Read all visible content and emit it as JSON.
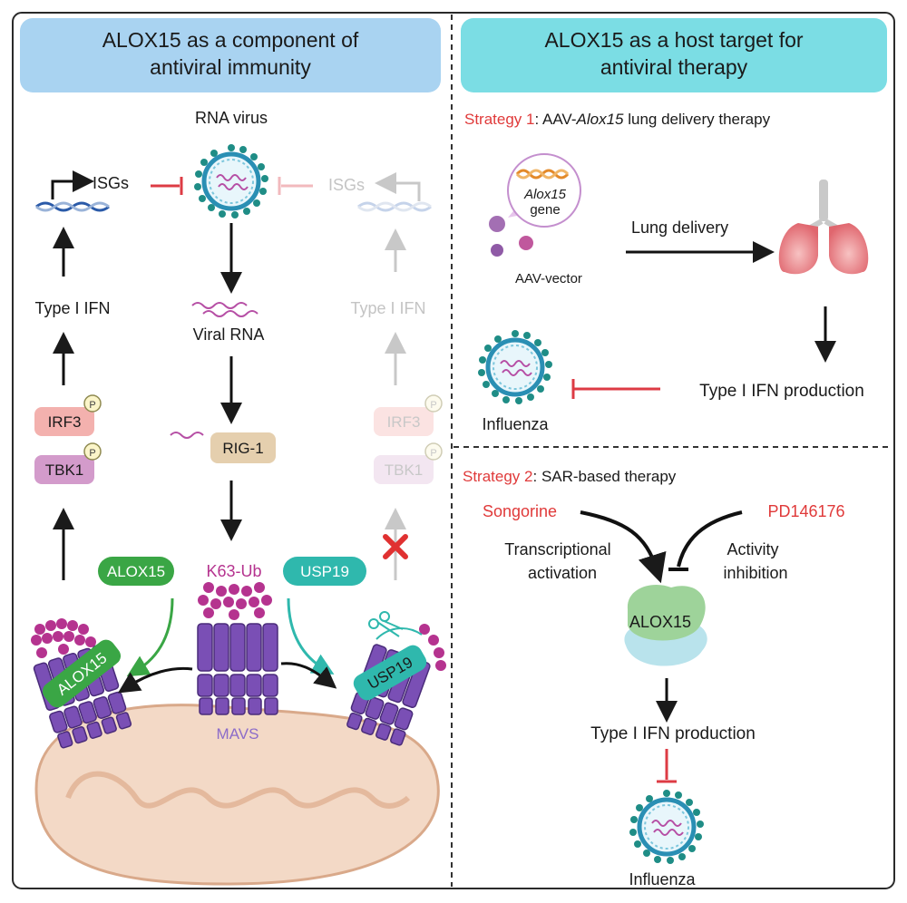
{
  "left_panel": {
    "header_line1": "ALOX15 as a component of",
    "header_line2": "antiviral immunity",
    "rna_virus": "RNA virus",
    "isgs_active": "ISGs",
    "isgs_faded": "ISGs",
    "type1_ifn_active": "Type I IFN",
    "type1_ifn_faded": "Type I IFN",
    "viral_rna": "Viral RNA",
    "irf3_active": "IRF3",
    "tbk1_active": "TBK1",
    "irf3_faded": "IRF3",
    "tbk1_faded": "TBK1",
    "phospho": "P",
    "rig1": "RIG-1",
    "alox15_tag": "ALOX15",
    "k63_ub": "K63-Ub",
    "usp19_tag": "USP19",
    "alox15_band": "ALOX15",
    "usp19_band": "USP19",
    "mavs": "MAVS"
  },
  "right_panel": {
    "header_line1": "ALOX15 as a host target for",
    "header_line2": "antiviral therapy",
    "strategy1_prefix": "Strategy 1",
    "strategy1_text_a": ": AAV-",
    "strategy1_text_italic": "Alox15",
    "strategy1_text_b": " lung delivery therapy",
    "gene_italic": "Alox15",
    "gene_word": "gene",
    "aav_vector": "AAV-vector",
    "lung_delivery": "Lung delivery",
    "type1_ifn_production_1": "Type I IFN production",
    "influenza_1": "Influenza",
    "strategy2_prefix": "Strategy 2",
    "strategy2_text": ": SAR-based therapy",
    "songorine": "Songorine",
    "pd146176": "PD146176",
    "transcriptional": "Transcriptional",
    "activation": "activation",
    "activity": "Activity",
    "inhibition": "inhibition",
    "alox15_protein": "ALOX15",
    "type1_ifn_production_2": "Type I IFN production",
    "influenza_2": "Influenza"
  },
  "colors": {
    "header_left": "#a9d3f1",
    "header_right": "#7bdde4",
    "strategy_red": "#e03a3a",
    "alox15_green": "#3aa645",
    "usp19_teal": "#2fb8ad",
    "mavs_purple": "#7a4fb5",
    "ub_magenta": "#b5338f",
    "inhibit_red": "#dd3b44"
  }
}
